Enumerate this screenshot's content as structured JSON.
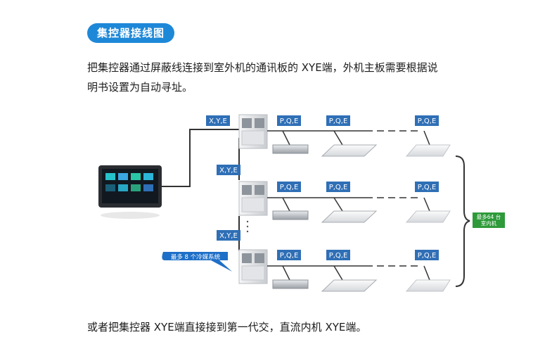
{
  "section": {
    "title": "集控器接线图"
  },
  "paragraphs": {
    "p1": "把集控器通过屏蔽线连接到室外机的通讯板的 XYE端，外机主板需要根据说",
    "p2": "明书设置为自动寻址。",
    "p3": "或者把集控器 XYE端直接接到第一代交，直流内机 XYE端。"
  },
  "diagram": {
    "xye_label": "X,Y,E",
    "pqe_label": "P,Q,E",
    "max_outdoor_label": "最多 8 个冷媒系统",
    "max_indoor_label_line1": "最多64 台",
    "max_indoor_label_line2": "室内机",
    "colors": {
      "tag_blue": "#2f6fb6",
      "badge_blue": "#1e6fc7",
      "badge_green": "#2e9a3a",
      "line": "#333333"
    }
  }
}
